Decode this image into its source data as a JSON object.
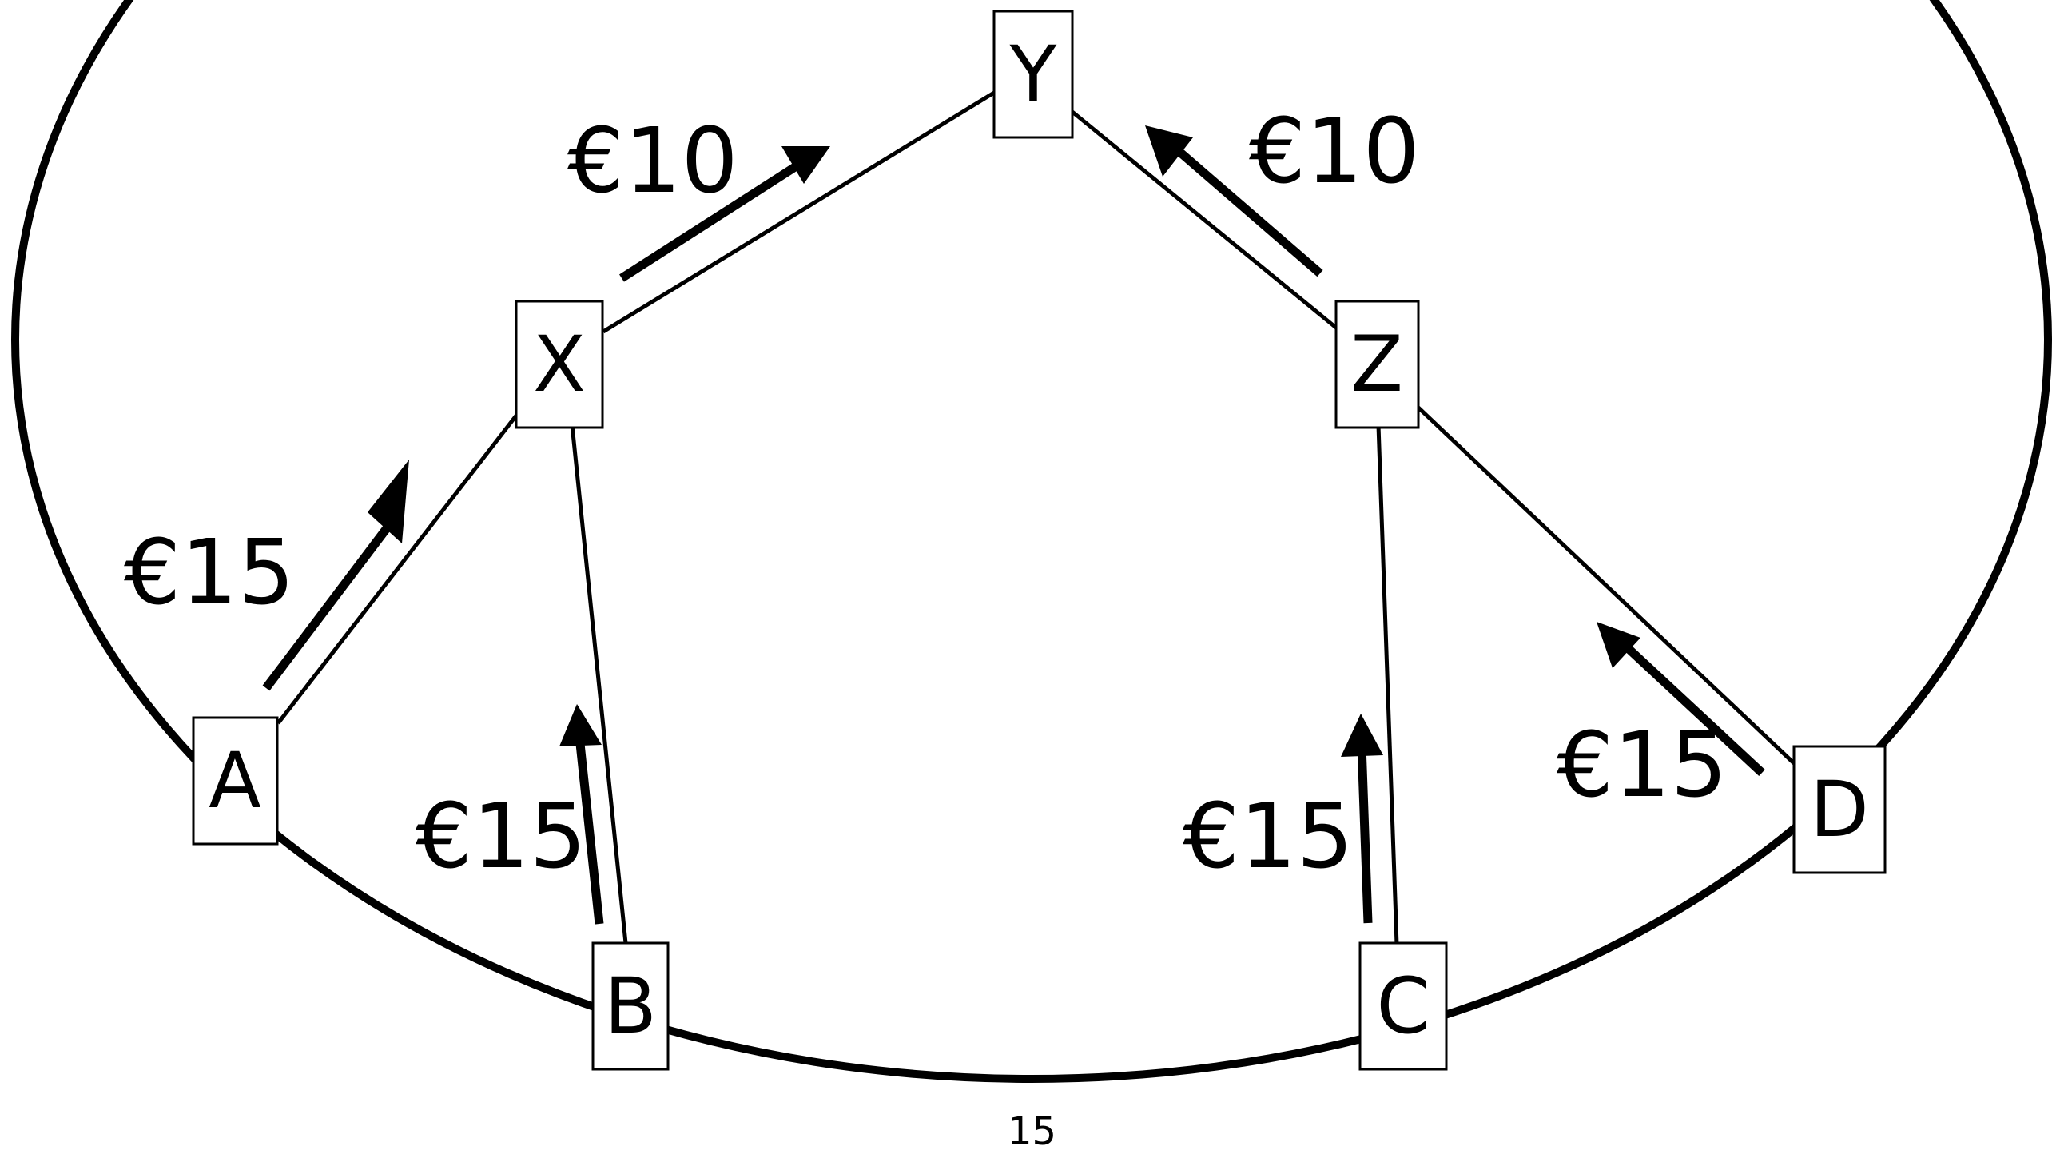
{
  "nodes": {
    "Y": "Y",
    "X": "X",
    "Z": "Z",
    "A": "A",
    "B": "B",
    "C": "C",
    "D": "D"
  },
  "flows": {
    "x_to_y": "€10",
    "z_to_y": "€10",
    "a_to_x": "€15",
    "b_to_x": "€15",
    "c_to_z": "€15",
    "d_to_z": "€15"
  },
  "page_number": "15"
}
